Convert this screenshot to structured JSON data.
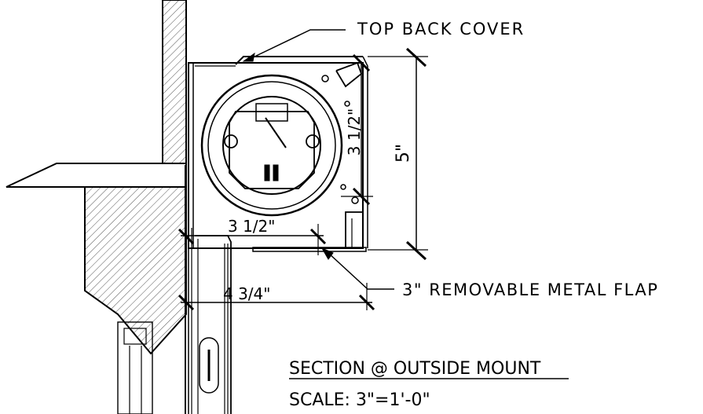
{
  "labels": {
    "top_back_cover": "TOP BACK COVER",
    "dim_5": "5\"",
    "dim_3_half": "3 1/2\"",
    "dim_3_half_vertical": "3 1/2\"",
    "dim_4_three_quarter": "4 3/4\"",
    "removable_flap": "3\" REMOVABLE METAL FLAP",
    "section_title": "SECTION @ OUTSIDE MOUNT",
    "scale": "SCALE: 3\"=1'-0\""
  }
}
